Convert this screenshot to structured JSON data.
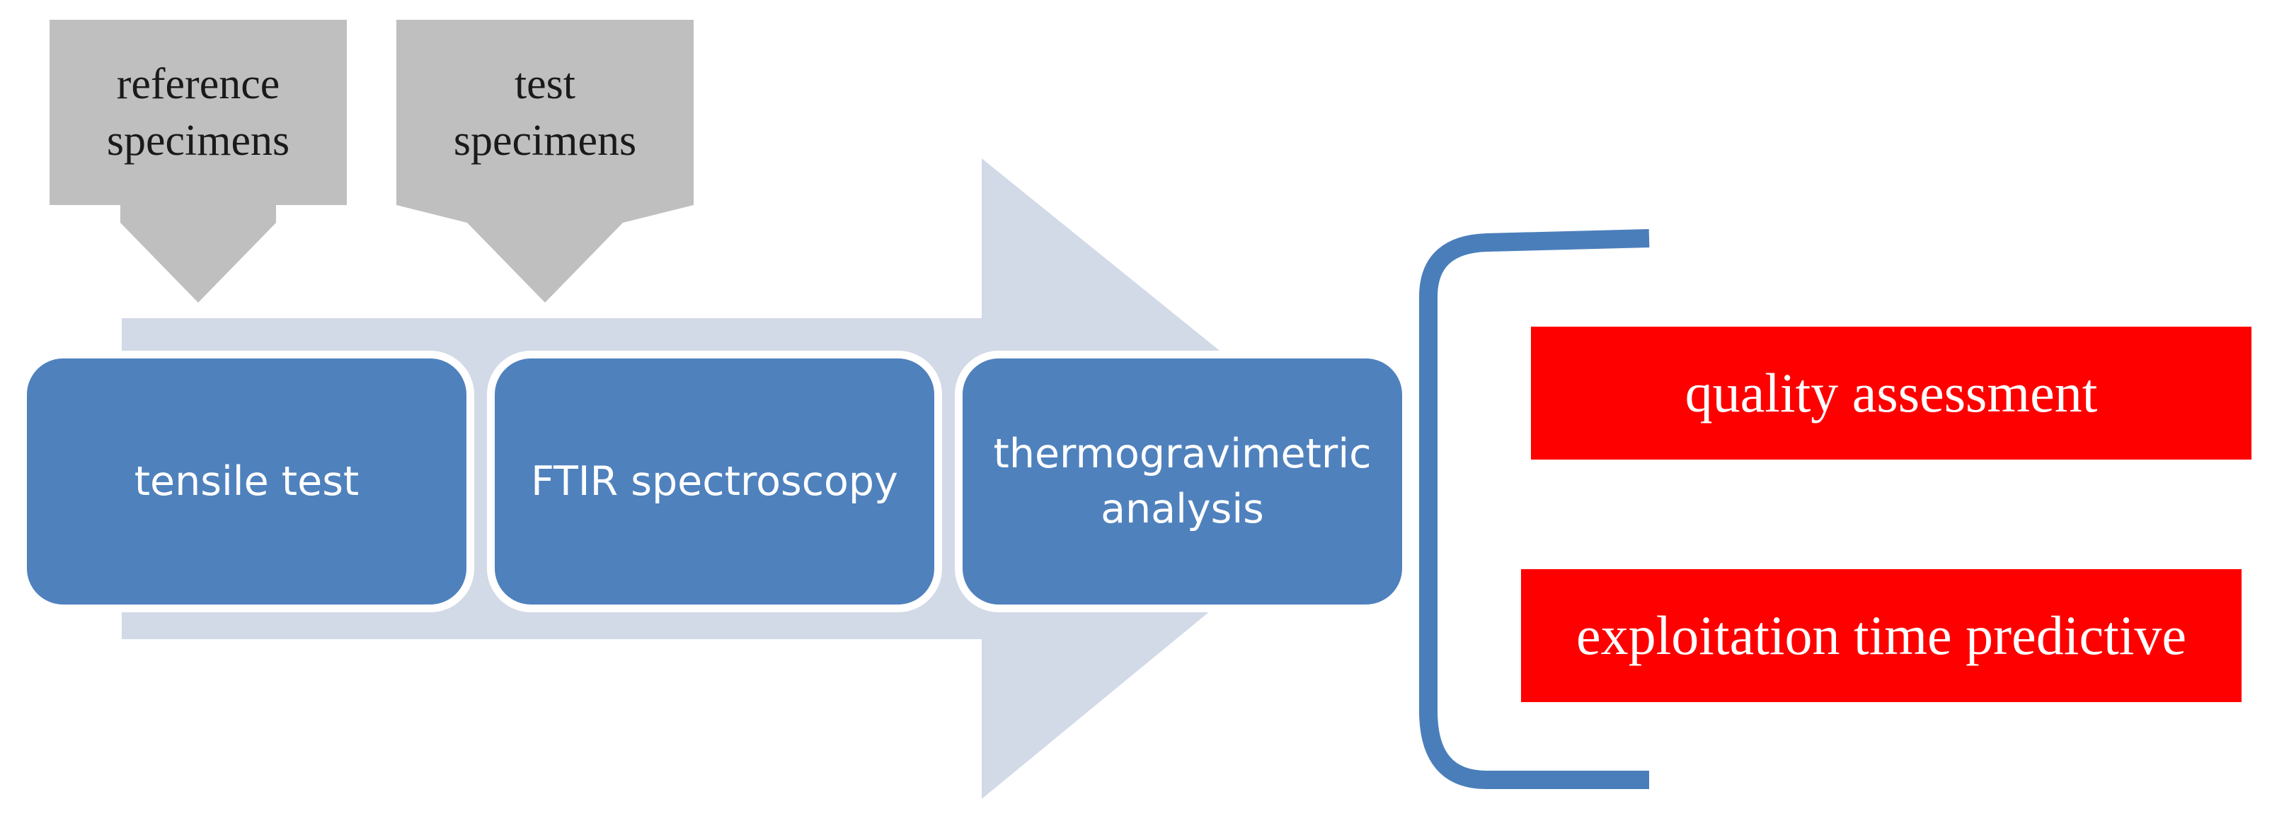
{
  "colors": {
    "process_arrow": "#d2d9e7",
    "step_fill": "#4f81bd",
    "step_text": "#ffffff",
    "input_fill": "#bfbfbf",
    "bracket": "#4a7ebb",
    "outcome_fill": "#ff0000",
    "outcome_text": "#ffffff"
  },
  "inputs": [
    {
      "label_line1": "reference",
      "label_line2": "specimens",
      "icon": "down-arrow-callout"
    },
    {
      "label_line1": "test",
      "label_line2": "specimens",
      "icon": "down-arrow-callout"
    }
  ],
  "steps": [
    {
      "label_line1": "tensile test",
      "label_line2": ""
    },
    {
      "label_line1": "FTIR spectroscopy",
      "label_line2": ""
    },
    {
      "label_line1": "thermogravimetric",
      "label_line2": "analysis"
    }
  ],
  "outcomes": [
    {
      "label": "quality assessment"
    },
    {
      "label": "exploitation time predictive"
    }
  ]
}
